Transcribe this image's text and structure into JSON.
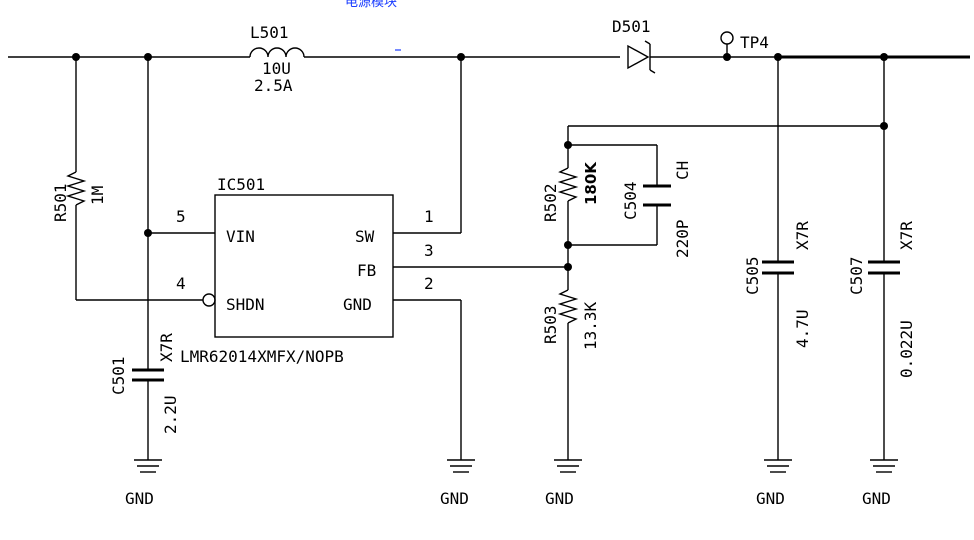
{
  "header_fragment": "电源模块",
  "inductor": {
    "ref": "L501",
    "value": "10U",
    "current": "2.5A"
  },
  "diode": {
    "ref": "D501"
  },
  "test_point": {
    "ref": "TP4"
  },
  "r501": {
    "ref": "R501",
    "value": "1M"
  },
  "r502": {
    "ref": "R502",
    "value": "180K"
  },
  "r503": {
    "ref": "R503",
    "value": "13.3K"
  },
  "c501": {
    "ref": "C501",
    "value": "2.2U",
    "dielectric": "X7R"
  },
  "c504": {
    "ref": "C504",
    "value": "220P",
    "dielectric": "CH"
  },
  "c505": {
    "ref": "C505",
    "value": "4.7U",
    "dielectric": "X7R"
  },
  "c507": {
    "ref": "C507",
    "value": "0.022U",
    "dielectric": "X7R"
  },
  "ic": {
    "ref": "IC501",
    "part": "LMR62014XMFX/NOPB",
    "pins": {
      "vin": {
        "name": "VIN",
        "num": "5"
      },
      "shdn": {
        "name": "SHDN",
        "num": "4"
      },
      "sw": {
        "name": "SW",
        "num": "1"
      },
      "fb": {
        "name": "FB",
        "num": "3"
      },
      "gnd": {
        "name": "GND",
        "num": "2"
      }
    }
  },
  "gnd_label": "GND"
}
